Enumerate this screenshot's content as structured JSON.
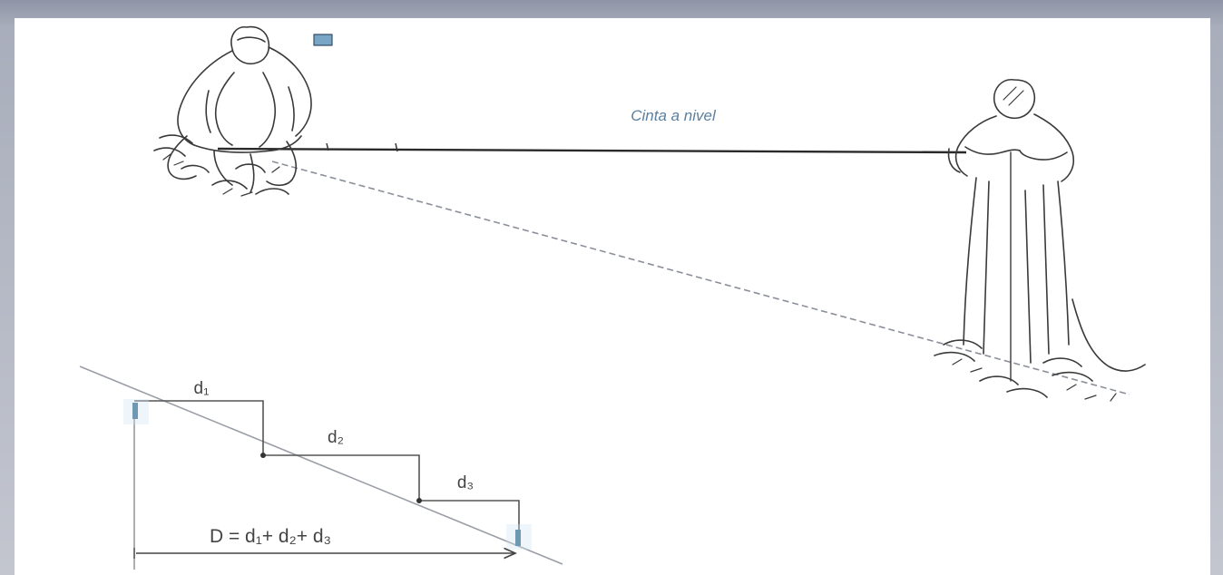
{
  "diagram": {
    "caption": "Cinta a nivel",
    "segment_labels": [
      "d₁",
      "d₂",
      "d₃"
    ],
    "formula": "D = d₁+ d₂+ d₃"
  }
}
